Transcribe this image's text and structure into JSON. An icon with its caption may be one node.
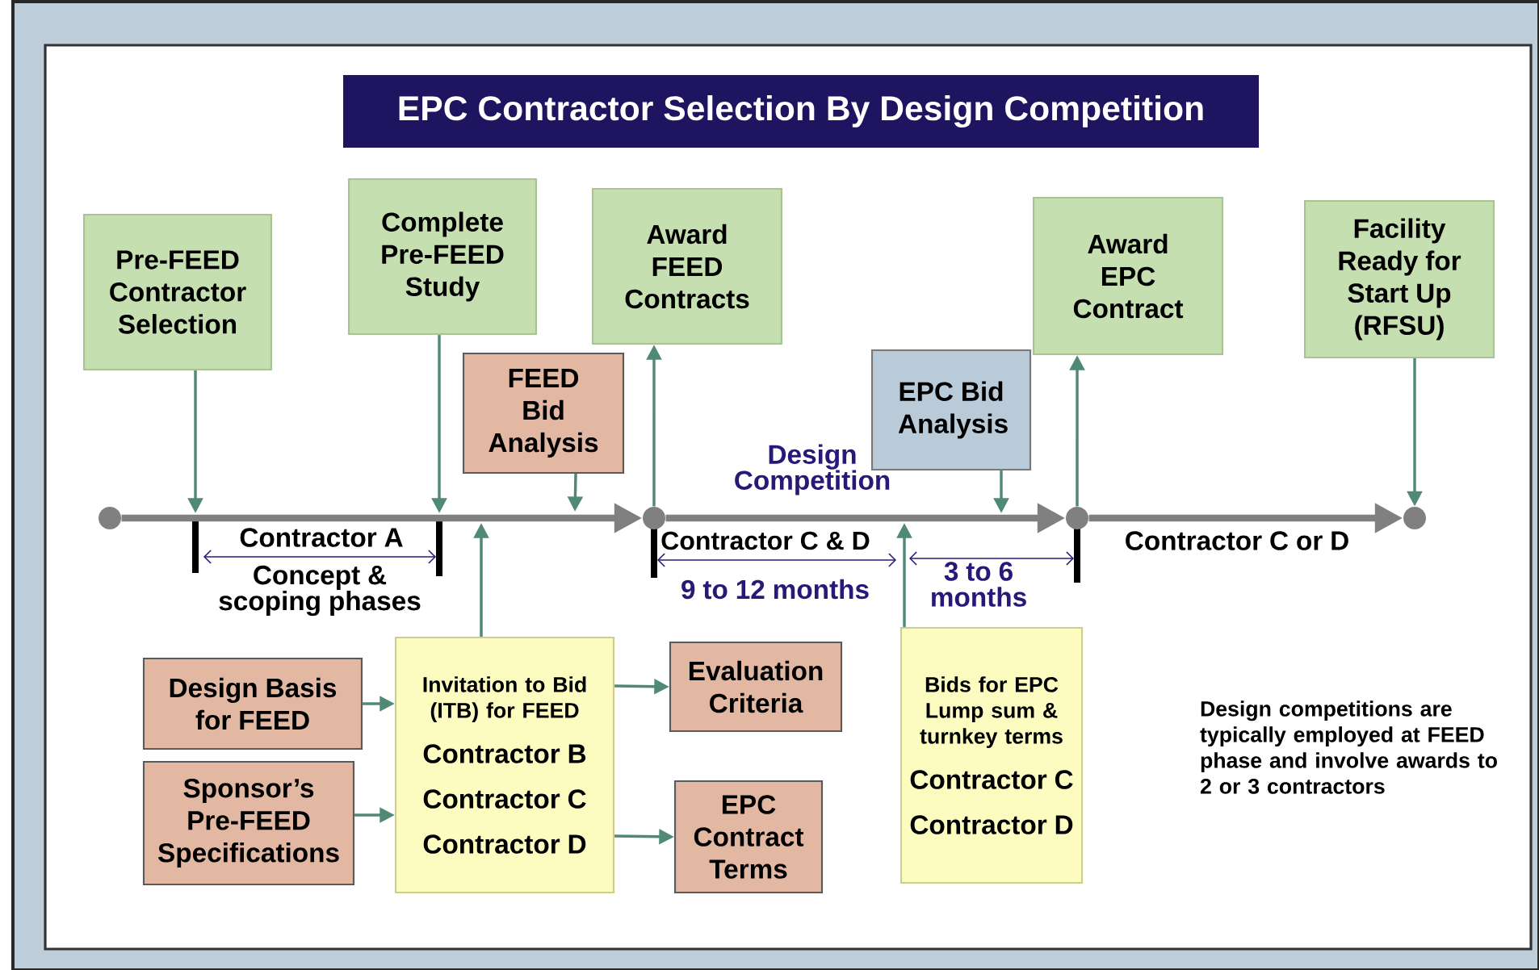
{
  "diagram": {
    "title": "EPC Contractor Selection By Design Competition",
    "nodes": [
      {
        "text": [
          "Pre-FEED Contractor Selection"
        ]
      },
      {
        "text": [
          "Complete Pre-FEED Study"
        ]
      },
      {
        "text": [
          "Award FEED Contracts"
        ]
      },
      {
        "text": [
          "Award EPC Contract"
        ]
      },
      {
        "text": [
          "Facility Ready for Start Up (RFSU)"
        ]
      },
      {
        "text": [
          "FEED Bid Analysis"
        ]
      },
      {
        "text": [
          "EPC Bid Analysis"
        ]
      },
      {
        "text": [],
        "shape": "circle"
      },
      {
        "text": [],
        "shape": "circle"
      },
      {
        "text": [],
        "shape": "circle"
      },
      {
        "text": [],
        "shape": "circle"
      },
      {
        "text": [
          "Design Basis for FEED"
        ]
      },
      {
        "text": [
          "Invitation to Bid (ITB) for FEED",
          "Contractor B",
          "Contractor C",
          "Contractor D"
        ]
      },
      {
        "text": [
          "Evaluation Criteria"
        ]
      },
      {
        "text": [
          "Sponsor’s Pre-FEED Specifications"
        ]
      },
      {
        "text": [
          "EPC Contract Terms"
        ]
      },
      {
        "text": [
          "Bids for EPC Lump sum & turnkey terms",
          "Contractor C",
          "Contractor D"
        ]
      }
    ],
    "edges": [
      {
        "from": 7,
        "to": 8,
        "arrow": "to",
        "style": "thick",
        "color": "#808080"
      },
      {
        "from": 8,
        "to": 9,
        "arrow": "to",
        "style": "thick",
        "color": "#808080"
      },
      {
        "from": 9,
        "to": 10,
        "arrow": "to",
        "style": "thick",
        "color": "#808080"
      },
      {
        "from": 0,
        "to": null,
        "arrow": "to"
      },
      {
        "from": 1,
        "to": null,
        "arrow": "to"
      },
      {
        "from": 5,
        "to": null,
        "arrow": "to"
      },
      {
        "from": 8,
        "to": 2,
        "arrow": "to"
      },
      {
        "from": 12,
        "to": null,
        "arrow": "to"
      },
      {
        "from": 6,
        "to": null,
        "arrow": "to"
      },
      {
        "from": 16,
        "to": null,
        "arrow": "to"
      },
      {
        "from": 9,
        "to": 3,
        "arrow": "to"
      },
      {
        "from": 4,
        "to": 10,
        "arrow": "to"
      },
      {
        "from": 11,
        "to": 12,
        "arrow": "to"
      },
      {
        "from": 14,
        "to": 12,
        "arrow": "to"
      },
      {
        "from": 12,
        "to": 13,
        "arrow": "to"
      },
      {
        "from": 12,
        "to": 15,
        "arrow": "to"
      }
    ],
    "labels": [
      "Design Competition",
      "Contractor A",
      "Concept & scoping phases",
      "Contractor C & D",
      "9 to 12 months",
      "3 to 6 months",
      "Contractor C or D",
      "Design competitions are typically employed at FEED phase and involve awards to 2 or 3 contractors"
    ]
  }
}
